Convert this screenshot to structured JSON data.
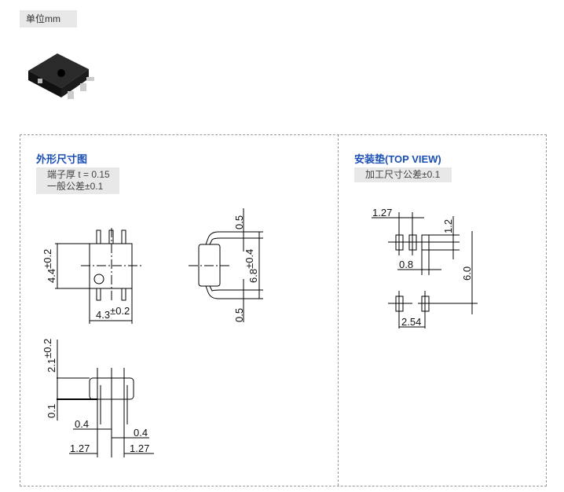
{
  "unit_label": "单位mm",
  "outline": {
    "title": "外形尺寸图",
    "note1": "端子厚 t = 0.15",
    "note2": "一般公差±0.1",
    "dims": {
      "width": "4.4",
      "width_tol": "±0.2",
      "length": "4.3",
      "length_tol": "±0.2",
      "span": "6.8",
      "span_tol": "±0.4",
      "lead_top": "0.5",
      "lead_bottom": "0.5",
      "height": "2.1",
      "height_tol": "±0.2",
      "standoff": "0.1",
      "lead_w_left": "0.4",
      "lead_w_right": "0.4",
      "pitch_left": "1.27",
      "pitch_right": "1.27"
    }
  },
  "pad": {
    "title": "安装垫(TOP VIEW)",
    "note": "加工尺寸公差±0.1",
    "dims": {
      "pitch": "1.27",
      "pad_len": "1.2",
      "pad_w": "0.8",
      "row_span": "6.0",
      "pitch2": "2.54"
    }
  }
}
